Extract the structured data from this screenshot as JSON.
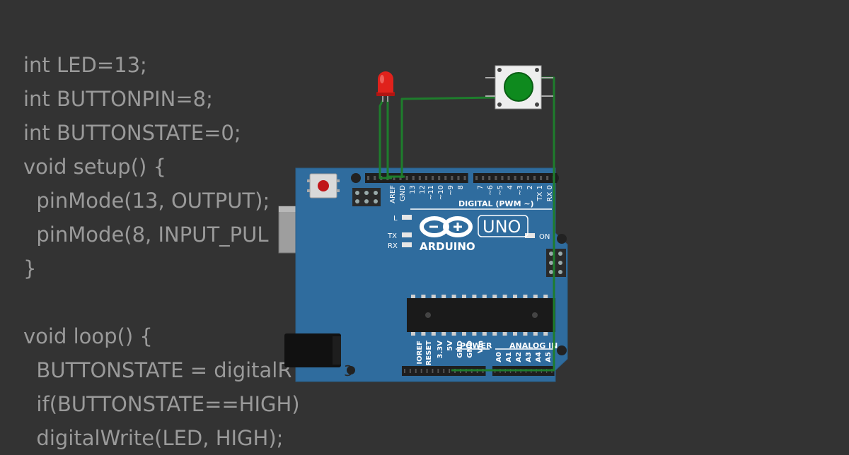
{
  "code_lines": [
    "int LED=13;",
    "int BUTTONPIN=8;",
    "int BUTTONSTATE=0;",
    "void setup() {",
    "  pinMode(13, OUTPUT);",
    "  pinMode(8, INPUT_PUL",
    "}",
    "",
    "void loop() {",
    "  BUTTONSTATE = digitalR",
    "  if(BUTTONSTATE==HIGH)",
    "  digitalWrite(LED, HIGH);"
  ],
  "board": {
    "brand": "ARDUINO",
    "model": "UNO",
    "digital_header": "DIGITAL (PWM ~)",
    "power_header": "POWER",
    "analog_header": "ANALOG IN",
    "top_pins": [
      "AREF",
      "GND",
      "13",
      "12",
      "~11",
      "~10",
      "~9",
      "8",
      "7",
      "~6",
      "~5",
      "4",
      "~3",
      "2",
      "TX 1",
      "RX 0"
    ],
    "bottom_power_pins": [
      "IOREF",
      "RESET",
      "3.3V",
      "5V",
      "GND",
      "GND",
      "Vin"
    ],
    "bottom_analog_pins": [
      "A0",
      "A1",
      "A2",
      "A3",
      "A4",
      "A5"
    ],
    "led_l": "L",
    "led_tx": "TX",
    "led_rx": "RX",
    "led_on": "ON"
  },
  "colors": {
    "background": "#333333",
    "code_text": "#9a9a9a",
    "board": "#2f6c9e",
    "wire": "#1e7d2c",
    "led": "#e0221c",
    "button_cap": "#0e8a1e"
  }
}
